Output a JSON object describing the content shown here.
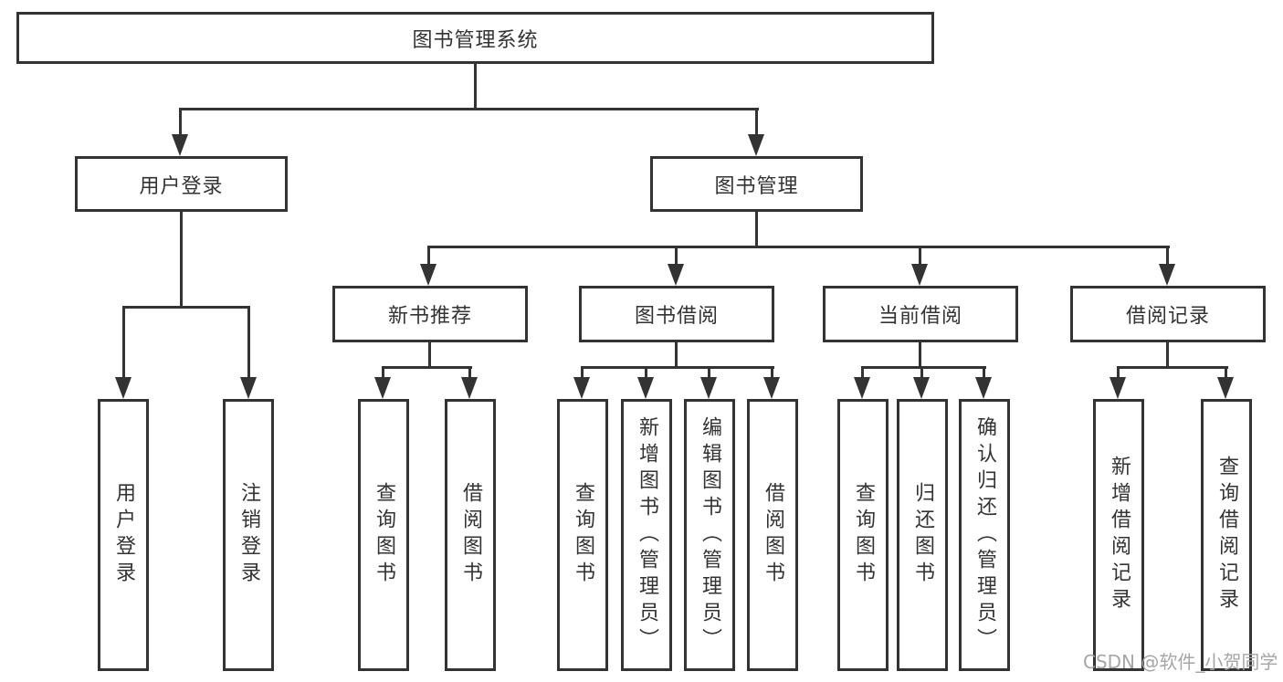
{
  "diagram_type": "hierarchy-tree",
  "colors": {
    "line": "#333333",
    "text": "#333333",
    "box_background": "#ffffff",
    "page_background": "#ffffff",
    "watermark": "#a6a6a6"
  },
  "watermark": {
    "text": "CSDN @软件_小贺同学"
  },
  "tree": {
    "label": "图书管理系统",
    "children": [
      {
        "label": "用户登录",
        "children": [
          {
            "label": "用户登录"
          },
          {
            "label": "注销登录"
          }
        ]
      },
      {
        "label": "图书管理",
        "children": [
          {
            "label": "新书推荐",
            "children": [
              {
                "label": "查询图书"
              },
              {
                "label": "借阅图书"
              }
            ]
          },
          {
            "label": "图书借阅",
            "children": [
              {
                "label": "查询图书"
              },
              {
                "label": "新增图书（管理员）"
              },
              {
                "label": "编辑图书（管理员）"
              },
              {
                "label": "借阅图书"
              }
            ]
          },
          {
            "label": "当前借阅",
            "children": [
              {
                "label": "查询图书"
              },
              {
                "label": "归还图书"
              },
              {
                "label": "确认归还（管理员）"
              }
            ]
          },
          {
            "label": "借阅记录",
            "children": [
              {
                "label": "新增借阅记录"
              },
              {
                "label": "查询借阅记录"
              }
            ]
          }
        ]
      }
    ]
  }
}
